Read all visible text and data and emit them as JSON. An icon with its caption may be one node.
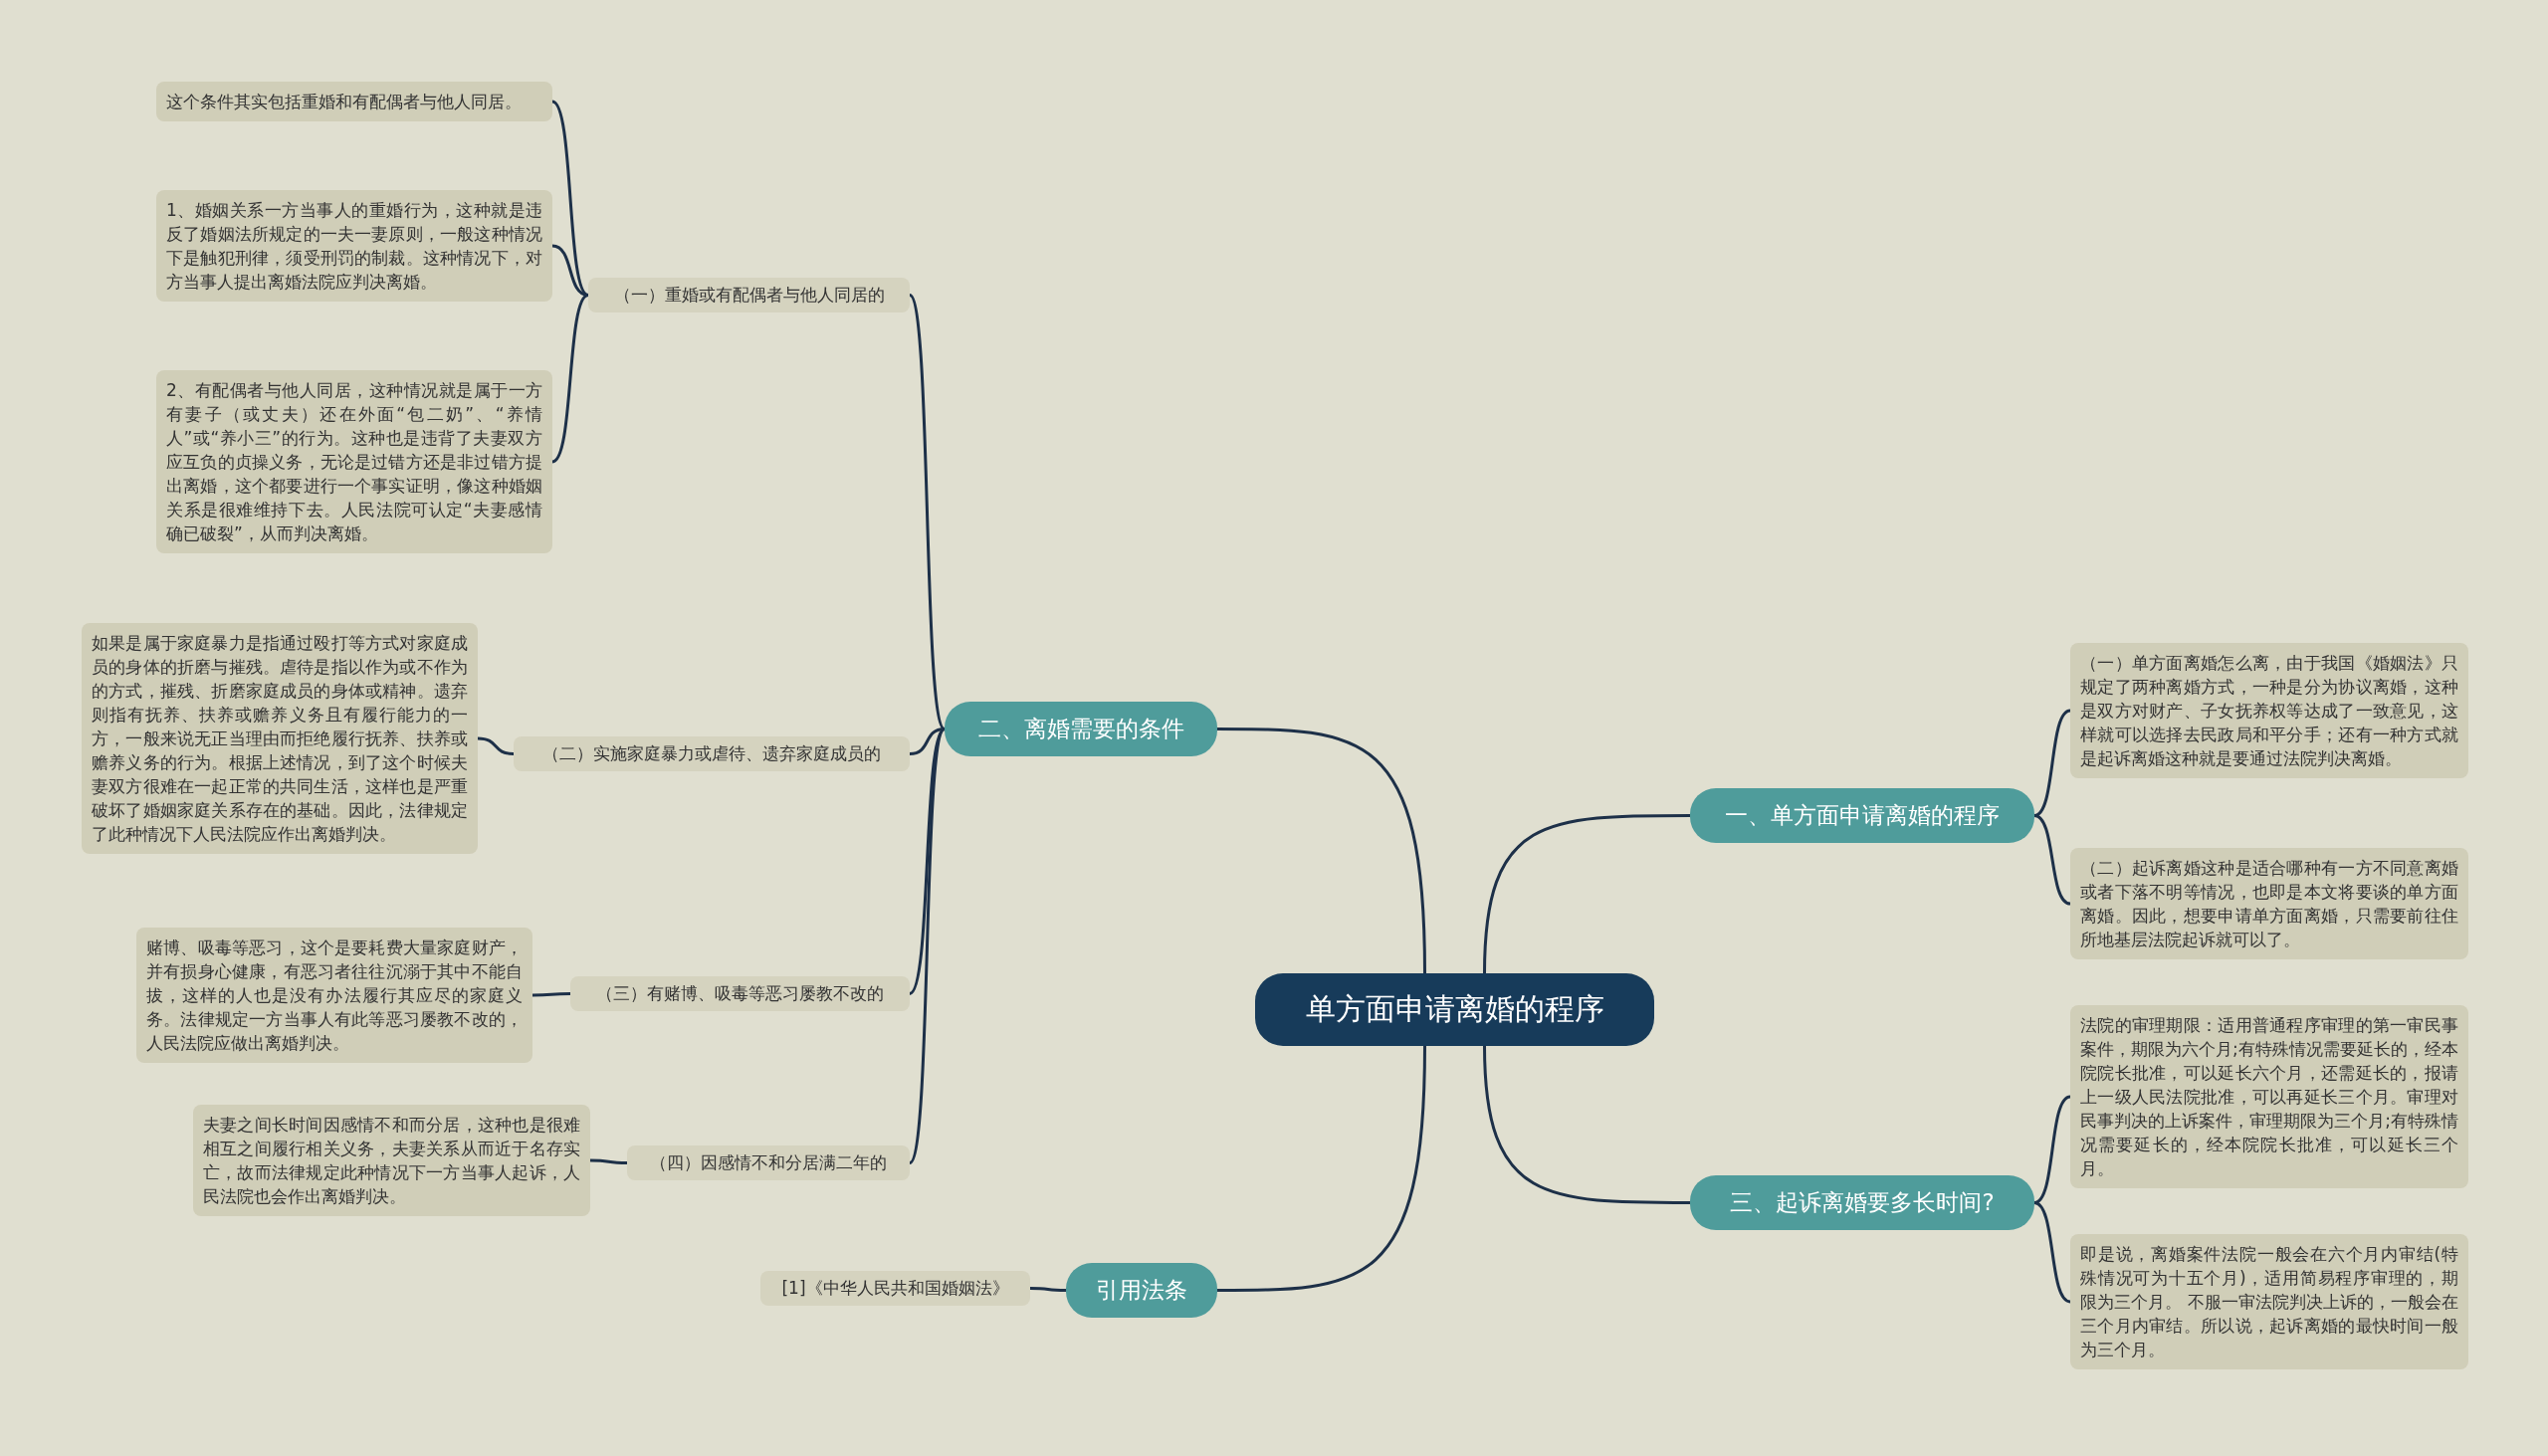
{
  "diagram": {
    "nodes": [
      {
        "text": [
          "单方面申请离婚的程序"
        ]
      },
      {
        "text": [
          "一、单方面申请离婚的程序"
        ]
      },
      {
        "text": [
          "（一）单方面离婚怎么离，由于我国《婚姻法》只规定了两种离婚方式，一种是分为协议离婚，这种是双方对财产、子女抚养权等达成了一致意见，这样就可以选择去民政局和平分手；还有一种方式就是起诉离婚这种就是要通过法院判决离婚。"
        ]
      },
      {
        "text": [
          "（二）起诉离婚这种是适合哪种有一方不同意离婚或者下落不明等情况，也即是本文将要谈的单方面离婚。因此，想要申请单方面离婚，只需要前往住所地基层法院起诉就可以了。"
        ]
      },
      {
        "text": [
          "二、离婚需要的条件"
        ]
      },
      {
        "text": [
          "（一）重婚或有配偶者与他人同居的"
        ]
      },
      {
        "text": [
          "这个条件其实包括重婚和有配偶者与他人同居。"
        ]
      },
      {
        "text": [
          "1、婚姻关系一方当事人的重婚行为，这种就是违反了婚姻法所规定的一夫一妻原则，一般这种情况下是触犯刑律，须受刑罚的制裁。这种情况下，对方当事人提出离婚法院应判决离婚。"
        ]
      },
      {
        "text": [
          "2、有配偶者与他人同居，这种情况就是属于一方有妻子（或丈夫）还在外面“包二奶”、“养情人”或“养小三”的行为。这种也是违背了夫妻双方应互负的贞操义务，无论是过错方还是非过错方提出离婚，这个都要进行一个事实证明，像这种婚姻关系是很难维持下去。人民法院可认定“夫妻感情确已破裂”，从而判决离婚。"
        ]
      },
      {
        "text": [
          "（二）实施家庭暴力或虐待、遗弃家庭成员的"
        ]
      },
      {
        "text": [
          "如果是属于家庭暴力是指通过殴打等方式对家庭成员的身体的折磨与摧残。虐待是指以作为或不作为的方式，摧残、折磨家庭成员的身体或精神。遗弃则指有抚养、扶养或赡养义务且有履行能力的一方，一般来说无正当理由而拒绝履行抚养、扶养或赡养义务的行为。根据上述情况，到了这个时候夫妻双方很难在一起正常的共同生活，这样也是严重破坏了婚姻家庭关系存在的基础。因此，法律规定了此种情况下人民法院应作出离婚判决。"
        ]
      },
      {
        "text": [
          "（三）有赌博、吸毒等恶习屡教不改的"
        ]
      },
      {
        "text": [
          "赌博、吸毒等恶习，这个是要耗费大量家庭财产，并有损身心健康，有恶习者往往沉溺于其中不能自拔，这样的人也是没有办法履行其应尽的家庭义务。法律规定一方当事人有此等恶习屡教不改的，人民法院应做出离婚判决。"
        ]
      },
      {
        "text": [
          "（四）因感情不和分居满二年的"
        ]
      },
      {
        "text": [
          "夫妻之间长时间因感情不和而分居，这种也是很难相互之间履行相关义务，夫妻关系从而近于名存实亡，故而法律规定此种情况下一方当事人起诉，人民法院也会作出离婚判决。"
        ]
      },
      {
        "text": [
          "引用法条"
        ]
      },
      {
        "text": [
          "[1]《中华人民共和国婚姻法》"
        ]
      },
      {
        "text": [
          "三、起诉离婚要多长时间?"
        ]
      },
      {
        "text": [
          "法院的审理期限：适用普通程序审理的第一审民事案件，期限为六个月;有特殊情况需要延长的，经本院院长批准，可以延长六个月，还需延长的，报请上一级人民法院批准，可以再延长三个月。审理对民事判决的上诉案件，审理期限为三个月;有特殊情况需要延长的，经本院院长批准，可以延长三个月。"
        ]
      },
      {
        "text": [
          "即是说，离婚案件法院一般会在六个月内审结(特殊情况可为十五个月)，适用简易程序审理的，期限为三个月。 不服一审法院判决上诉的，一般会在三个月内审结。所以说，起诉离婚的最快时间一般为三个月。"
        ]
      }
    ],
    "edges": [
      {
        "from": 0,
        "to": 1,
        "arrow": "none"
      },
      {
        "from": 1,
        "to": 2,
        "arrow": "none"
      },
      {
        "from": 1,
        "to": 3,
        "arrow": "none"
      },
      {
        "from": 0,
        "to": 4,
        "arrow": "none"
      },
      {
        "from": 4,
        "to": 5,
        "arrow": "none"
      },
      {
        "from": 5,
        "to": 6,
        "arrow": "none"
      },
      {
        "from": 5,
        "to": 7,
        "arrow": "none"
      },
      {
        "from": 5,
        "to": 8,
        "arrow": "none"
      },
      {
        "from": 4,
        "to": 9,
        "arrow": "none"
      },
      {
        "from": 9,
        "to": 10,
        "arrow": "none"
      },
      {
        "from": 4,
        "to": 11,
        "arrow": "none"
      },
      {
        "from": 11,
        "to": 12,
        "arrow": "none"
      },
      {
        "from": 4,
        "to": 13,
        "arrow": "none"
      },
      {
        "from": 13,
        "to": 14,
        "arrow": "none"
      },
      {
        "from": 0,
        "to": 15,
        "arrow": "none"
      },
      {
        "from": 15,
        "to": 16,
        "arrow": "none"
      },
      {
        "from": 0,
        "to": 17,
        "arrow": "none"
      },
      {
        "from": 17,
        "to": 18,
        "arrow": "none"
      },
      {
        "from": 17,
        "to": 19,
        "arrow": "none"
      }
    ]
  }
}
